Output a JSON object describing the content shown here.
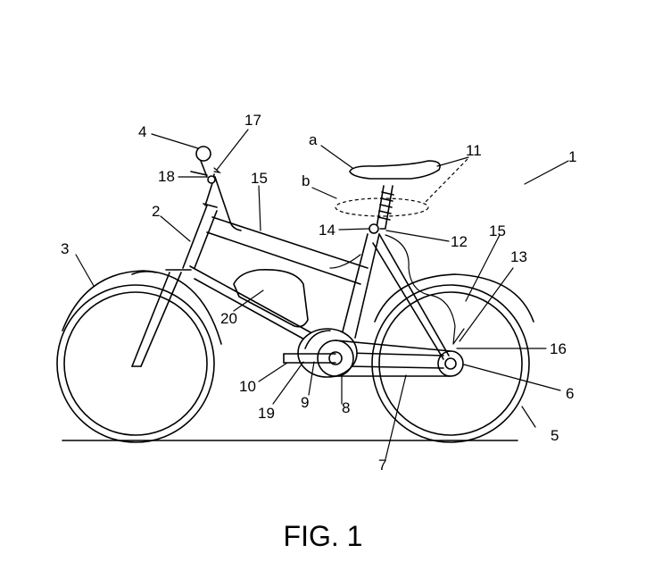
{
  "caption": "FIG. 1",
  "labels": {
    "l1": "1",
    "l2": "2",
    "l3": "3",
    "l4": "4",
    "l5": "5",
    "l6": "6",
    "l7": "7",
    "l8": "8",
    "l9": "9",
    "l10": "10",
    "l11": "11",
    "l12": "12",
    "l13": "13",
    "l14": "14",
    "l15a": "15",
    "l15b": "15",
    "l16": "16",
    "l17": "17",
    "l18": "18",
    "l19": "19",
    "l20": "20",
    "la": "a",
    "lb": "b"
  }
}
